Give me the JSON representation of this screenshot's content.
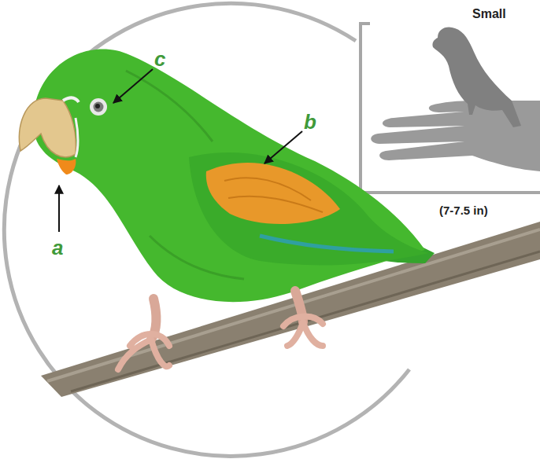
{
  "diagram": {
    "labels": [
      "Small",
      "(7-7.5 in)",
      "c",
      "b",
      "a"
    ]
  }
}
